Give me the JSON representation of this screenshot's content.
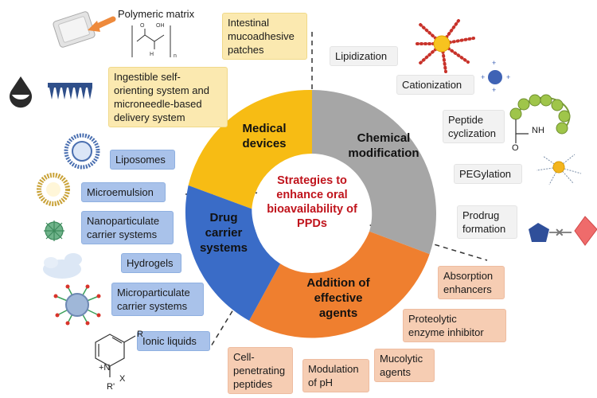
{
  "center": {
    "lines": [
      "Strategies to",
      "enhance oral",
      "bioavailability of",
      "PPDs"
    ]
  },
  "segments": {
    "medical": [
      "Medical",
      "devices"
    ],
    "chemical": [
      "Chemical",
      "modification"
    ],
    "drug": [
      "Drug",
      "carrier",
      "systems"
    ],
    "agents": [
      "Addition of",
      "effective",
      "agents"
    ]
  },
  "colors": {
    "medical": "#f7bc14",
    "chemical": "#a6a6a6",
    "drug": "#3a6cc7",
    "agents": "#ef7f2f",
    "center_text": "#c0141c"
  },
  "medical_items": {
    "polymeric": "Polymeric matrix",
    "mucoadhesive": [
      "Intestinal",
      "mucoadhesive",
      "patches"
    ],
    "ingestible": [
      "Ingestible self-",
      "orienting system and",
      "microneedle-based",
      "delivery system"
    ]
  },
  "chemical_items": {
    "lipidization": "Lipidization",
    "cationization": "Cationization",
    "peptide": [
      "Peptide",
      "cyclization"
    ],
    "pegylation": "PEGylation",
    "prodrug": [
      "Prodrug",
      "formation"
    ]
  },
  "drug_items": {
    "liposomes": "Liposomes",
    "microemulsion": "Microemulsion",
    "nanoparticulate": [
      "Nanoparticulate",
      "carrier systems"
    ],
    "hydrogels": "Hydrogels",
    "microparticulate": [
      "Microparticulate",
      "carrier systems"
    ],
    "ionic": "Ionic liquids"
  },
  "agent_items": {
    "absorption": [
      "Absorption",
      "enhancers"
    ],
    "proteolytic": [
      "Proteolytic",
      "enzyme inhibitor"
    ],
    "mucolytic": [
      "Mucolytic",
      "agents"
    ],
    "modulation": [
      "Modulation",
      "of pH"
    ],
    "penetrating": [
      "Cell-",
      "penetrating",
      "peptides"
    ]
  },
  "chem_labels": {
    "nh": "NH",
    "o": "O",
    "r": "R",
    "r_prime": "R'",
    "n_plus": "+N",
    "x_minus": "X"
  },
  "icons": [
    "patch-icon",
    "droplet-capsule-icon",
    "microneedle-icon",
    "liposome-icon",
    "microemulsion-icon",
    "nanoparticle-icon",
    "hydrogel-icon",
    "microparticle-icon",
    "pyridinium-icon",
    "lipidized-peptide-icon",
    "cationic-particle-icon",
    "cyclic-peptide-icon",
    "pegylated-particle-icon",
    "prodrug-icon"
  ]
}
